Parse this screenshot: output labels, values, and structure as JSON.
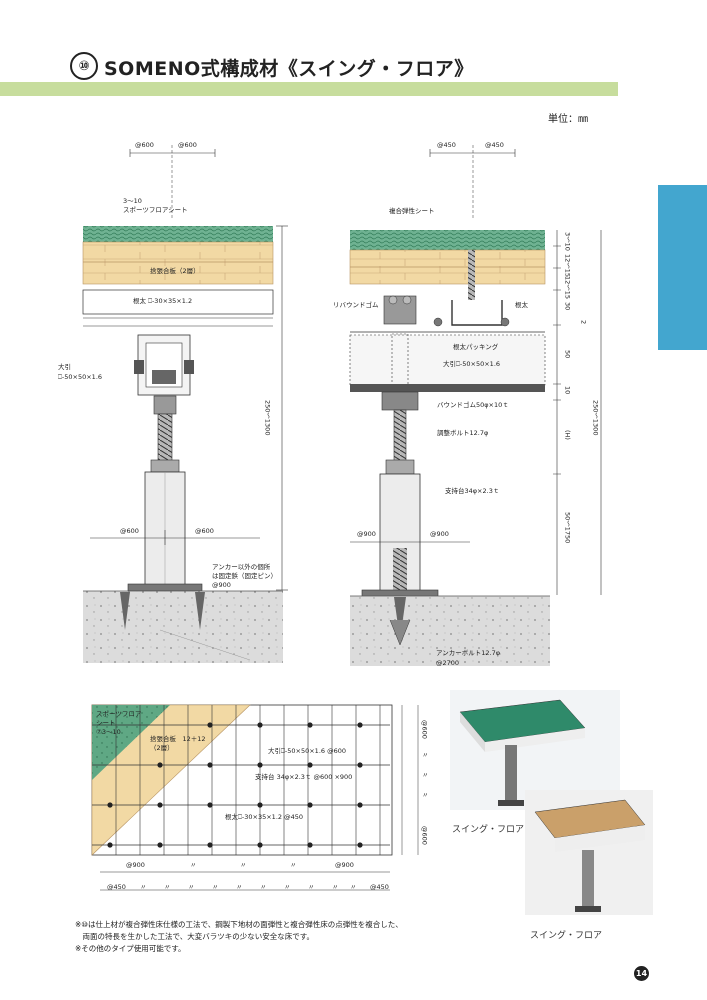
{
  "header": {
    "number": "⑩",
    "title": "SOMENO式構成材《スイング・フロア》",
    "unit_label": "単位：㎜"
  },
  "left_section": {
    "top_dims": [
      "@600",
      "@600"
    ],
    "sheet_label": "3～10\nスポーツフロアシート",
    "plywood_label": "捨張合板（2層）",
    "joist_label": "根太 ⎕-30×35×1.2",
    "beam_label": "大引\n⎕-50×50×1.6",
    "height_label": "250～1300",
    "bottom_dims": [
      "@600",
      "@600"
    ],
    "anchor_note": "アンカー以外の個所\nは固定鋲（固定ピン）\n@900"
  },
  "right_section": {
    "top_dims": [
      "@450",
      "@450"
    ],
    "sheet_label": "複合弾性シート",
    "rebound_rubber_label": "リバウンドゴム",
    "joist_label": "根太",
    "joist_packing_label": "根太パッキング",
    "beam_label": "大引⎕-50×50×1.6",
    "bound_rubber_label": "バウンドゴム50φ×10ｔ",
    "bolt_label": "調整ボルト12.7φ",
    "support_label": "支持台34φ×2.3ｔ",
    "bottom_dims": [
      "@900",
      "@900"
    ],
    "anchor_bolt_label": "アンカーボルト12.7φ\n@2700",
    "layer_dims": [
      "3～10",
      "12～15",
      "12～15",
      "30",
      "2",
      "50",
      "10",
      "(H)"
    ],
    "height_total": "250～1300",
    "support_range": "50～1750"
  },
  "plan_view": {
    "sheet_label": "スポーツフロア\nシート\n⑦3～10",
    "plywood_label": "捨張合板　12＋12\n（2層）",
    "beam_label": "大引⎕-50×50×1.6 @600",
    "support_label": "支持台 34φ×2.3ｔ @600 ×900",
    "joist_label": "根太⎕-30×35×1.2 @450",
    "right_dims": [
      "@600",
      "〃",
      "〃",
      "〃",
      "@600"
    ],
    "mid_dims": [
      "@900",
      "〃",
      "〃",
      "〃",
      "@900"
    ],
    "bottom_dims": [
      "@450",
      "〃",
      "〃",
      "〃",
      "〃",
      "〃",
      "〃",
      "〃",
      "〃",
      "〃",
      "〃",
      "@450"
    ]
  },
  "photos": [
    {
      "caption": "スイング・フロア"
    },
    {
      "caption": "スイング・フロア"
    }
  ],
  "footer": {
    "note_1": "※⑩は仕上材が複合弾性床仕様の工法で、鋼製下地材の面弾性と複合弾性床の点弾性を複合した、",
    "note_2": "　両面の特長を生かした工法で、大変バラツキの少ない安全な床です。",
    "note_3": "※その他のタイプ使用可能です。",
    "page_number": "14"
  },
  "colors": {
    "title_bar": "#c7dd9d",
    "side_tab": "#43a6cf",
    "plywood": "#f2d9a4",
    "sheet": "#5fa884",
    "concrete": "#d8d8d8"
  }
}
